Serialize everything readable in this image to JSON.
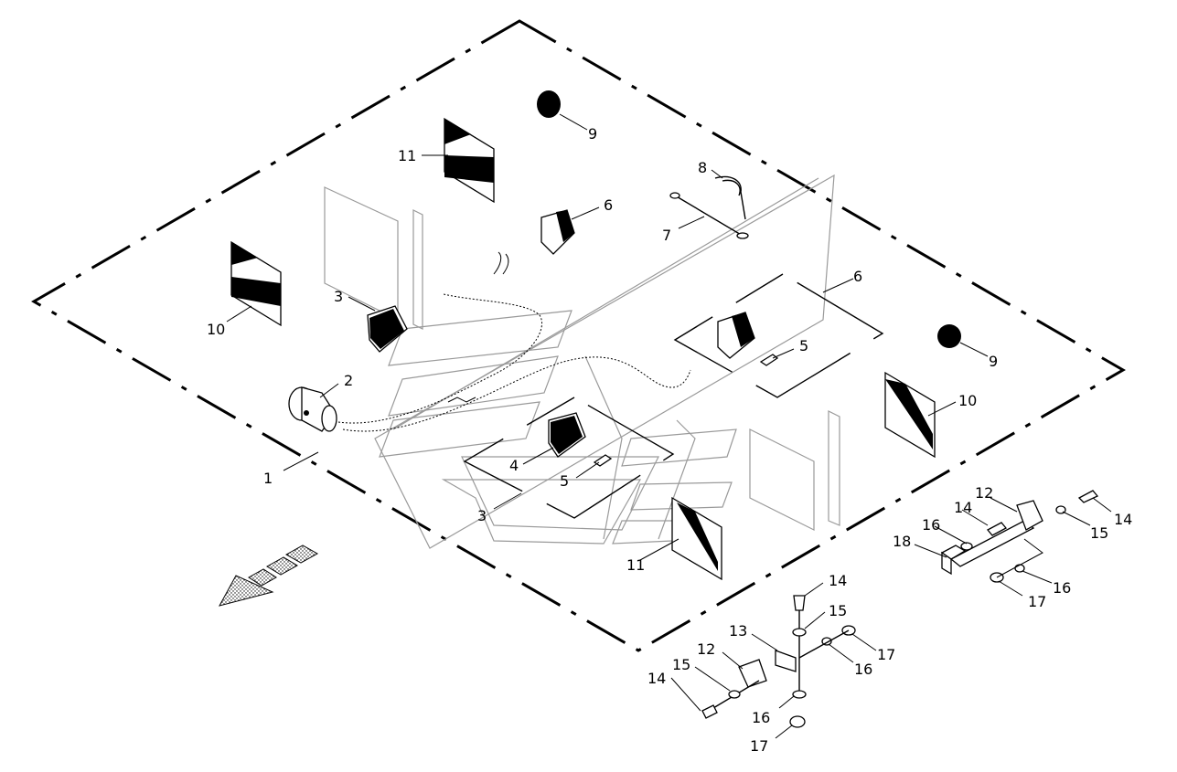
{
  "callouts": {
    "c1": "1",
    "c2": "2",
    "c3a": "3",
    "c3b": "3",
    "c4": "4",
    "c5a": "5",
    "c5b": "5",
    "c6a": "6",
    "c6b": "6",
    "c7": "7",
    "c8": "8",
    "c9a": "9",
    "c9b": "9",
    "c10a": "10",
    "c10b": "10",
    "c11a": "11",
    "c11b": "11",
    "c12a": "12",
    "c12b": "12",
    "c13": "13",
    "c14a": "14",
    "c14b": "14",
    "c14c": "14",
    "c14d": "14",
    "c15a": "15",
    "c15b": "15",
    "c15c": "15",
    "c16a": "16",
    "c16b": "16",
    "c16c": "16",
    "c16d": "16",
    "c17a": "17",
    "c17b": "17",
    "c17c": "17",
    "c18": "18"
  },
  "colors": {
    "ink": "#000000",
    "ghost": "#9a9a9a",
    "paper": "#ffffff"
  },
  "icons": {
    "direction": "stippled-arrow-icon"
  }
}
